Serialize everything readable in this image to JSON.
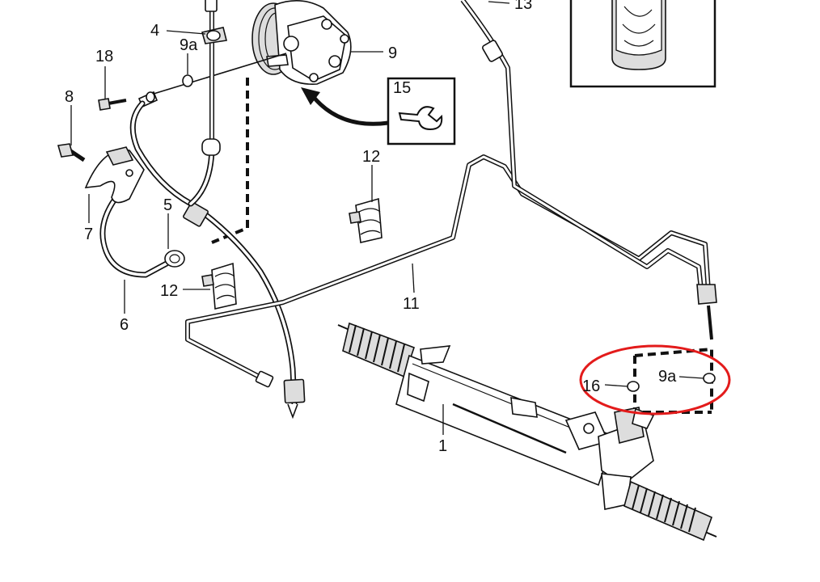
{
  "callouts": {
    "c1": "1",
    "c4": "4",
    "c5": "5",
    "c6": "6",
    "c7": "7",
    "c8": "8",
    "c9": "9",
    "c9a_top": "9a",
    "c9a_bottom": "9a",
    "c11": "11",
    "c12_top": "12",
    "c12_left": "12",
    "c13": "13",
    "c15": "15",
    "c16": "16",
    "c18": "18"
  },
  "colors": {
    "highlight": "#e31b1b",
    "line": "#111111"
  },
  "icons": {
    "tool": "wrench-icon"
  }
}
